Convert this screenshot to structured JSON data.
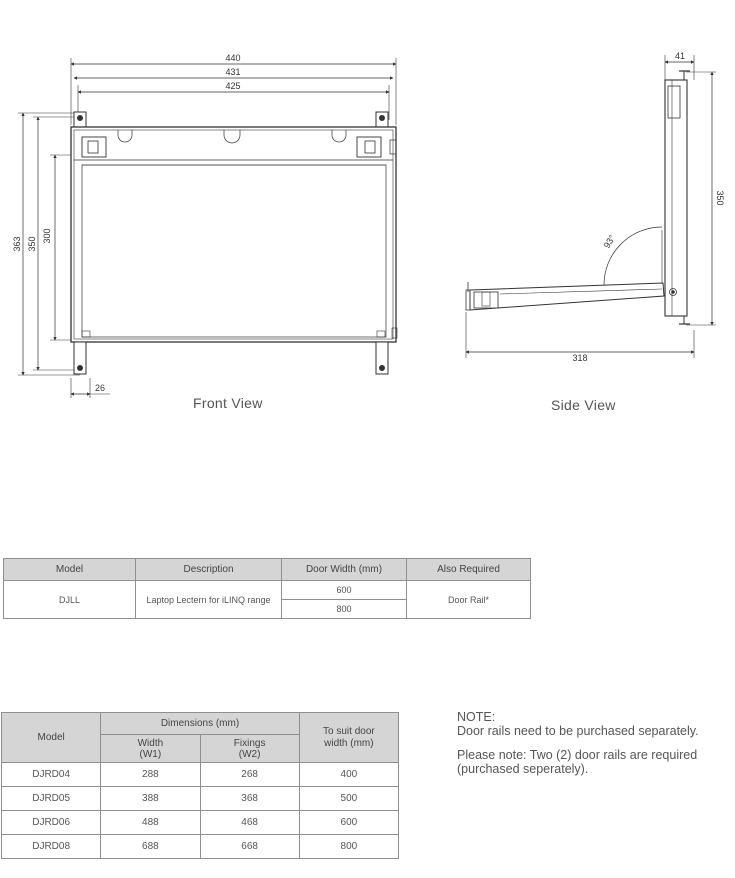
{
  "drawing": {
    "front": {
      "dim_440": "440",
      "dim_431": "431",
      "dim_425": "425",
      "dim_363": "363",
      "dim_350": "350",
      "dim_300": "300",
      "dim_26": "26",
      "caption": "Front View"
    },
    "side": {
      "dim_41": "41",
      "dim_350": "350",
      "dim_318": "318",
      "angle": "93°",
      "caption": "Side View"
    }
  },
  "table1": {
    "headers": [
      "Model",
      "Description",
      "Door Width (mm)",
      "Also Required"
    ],
    "row": {
      "model": "DJLL",
      "description": "Laptop Lectern for iLINQ range",
      "door_widths": [
        "600",
        "800"
      ],
      "also_required": "Door Rail*"
    }
  },
  "table2": {
    "model_header": "Model",
    "dimensions_header": "Dimensions (mm)",
    "width_header": [
      "Width",
      "(W1)"
    ],
    "fixings_header": [
      "Fixings",
      "(W2)"
    ],
    "suit_header": [
      "To suit door",
      "width (mm)"
    ],
    "rows": [
      {
        "model": "DJRD04",
        "width": "288",
        "fixings": "268",
        "suit": "400"
      },
      {
        "model": "DJRD05",
        "width": "388",
        "fixings": "368",
        "suit": "500"
      },
      {
        "model": "DJRD06",
        "width": "488",
        "fixings": "468",
        "suit": "600"
      },
      {
        "model": "DJRD08",
        "width": "688",
        "fixings": "668",
        "suit": "800"
      }
    ]
  },
  "note": {
    "title": "NOTE:",
    "line1": "Door rails need to be purchased separately.",
    "line2": "Please note: Two (2) door rails are required (purchased seperately)."
  }
}
